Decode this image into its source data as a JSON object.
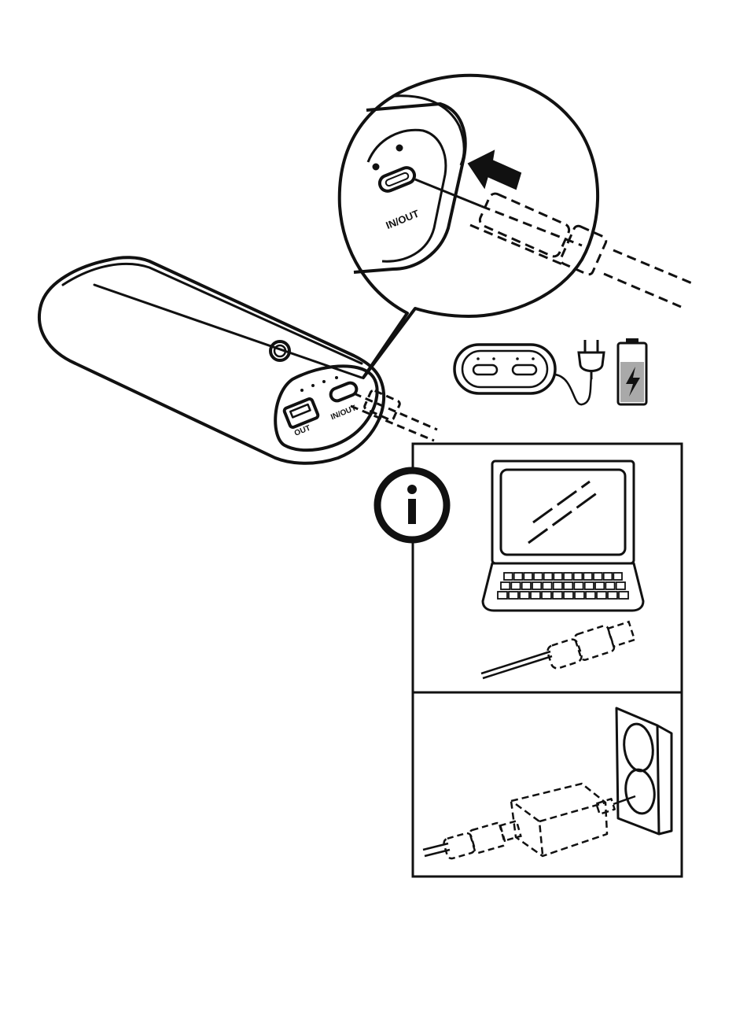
{
  "labels": {
    "zoom_port": "IN/OUT",
    "device_out_port": "OUT",
    "device_inout_port": "IN/OUT"
  },
  "icons": {
    "info": "info-icon",
    "arrow": "arrow-left-icon",
    "plug": "power-plug-icon",
    "battery": "battery-charging-icon",
    "laptop": "laptop-icon",
    "wall_outlet": "wall-outlet-icon",
    "adapter": "power-adapter-icon"
  },
  "colors": {
    "line": "#111111",
    "battery_fill": "#a9a9a9",
    "background": "#ffffff"
  }
}
